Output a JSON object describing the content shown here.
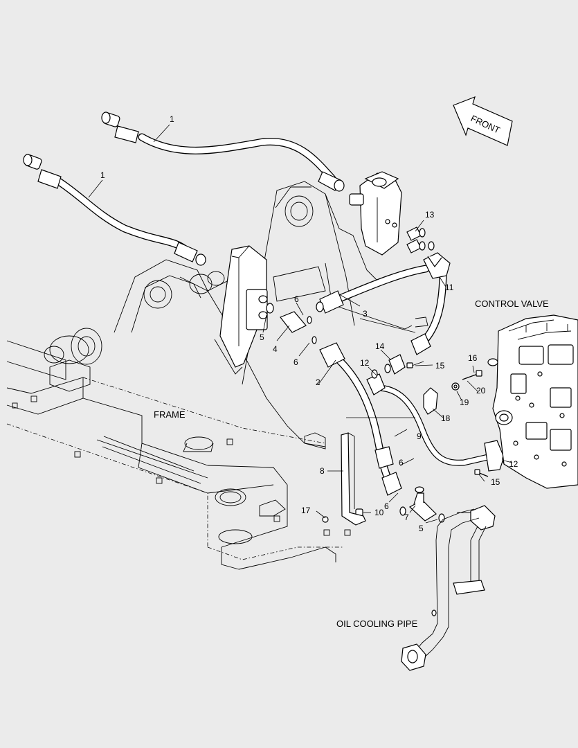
{
  "direction_label": "FRONT",
  "captions": {
    "frame": "FRAME",
    "control_valve": "CONTROL VALVE",
    "oil_cooling_pipe": "OIL COOLING PIPE"
  },
  "callouts": {
    "c1a": "1",
    "c1b": "1",
    "c2": "2",
    "c3": "3",
    "c4": "4",
    "c5a": "5",
    "c5b": "5",
    "c6a": "6",
    "c6b": "6",
    "c6c": "6",
    "c6d": "6",
    "c7": "7",
    "c8": "8",
    "c9": "9",
    "c10": "10",
    "c11": "11",
    "c12a": "12",
    "c12b": "12",
    "c13": "13",
    "c14": "14",
    "c15a": "15",
    "c15b": "15",
    "c16": "16",
    "c17": "17",
    "c18": "18",
    "c19": "19",
    "c20": "20"
  },
  "colors": {
    "background": "#ebebeb",
    "line": "#000000",
    "fill": "#ffffff"
  }
}
